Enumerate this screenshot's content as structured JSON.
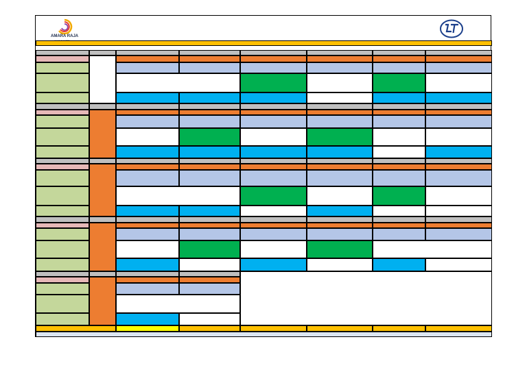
{
  "header": {
    "left_logo": {
      "name": "AMARA RAJA",
      "tagline": "energy & mobility"
    },
    "right_logo": {
      "name": "L&T"
    }
  },
  "colors": {
    "yellow_band": "#ffc000",
    "gray": "#bfbfbf",
    "pink": "#e6b8b7",
    "green_light": "#c4d79b",
    "orange": "#ed7d31",
    "periwinkle": "#b4c6e7",
    "green": "#00b050",
    "blue": "#00b0f0",
    "bright_yellow": "#ffff00",
    "bottom_band": "#dce6f1"
  }
}
